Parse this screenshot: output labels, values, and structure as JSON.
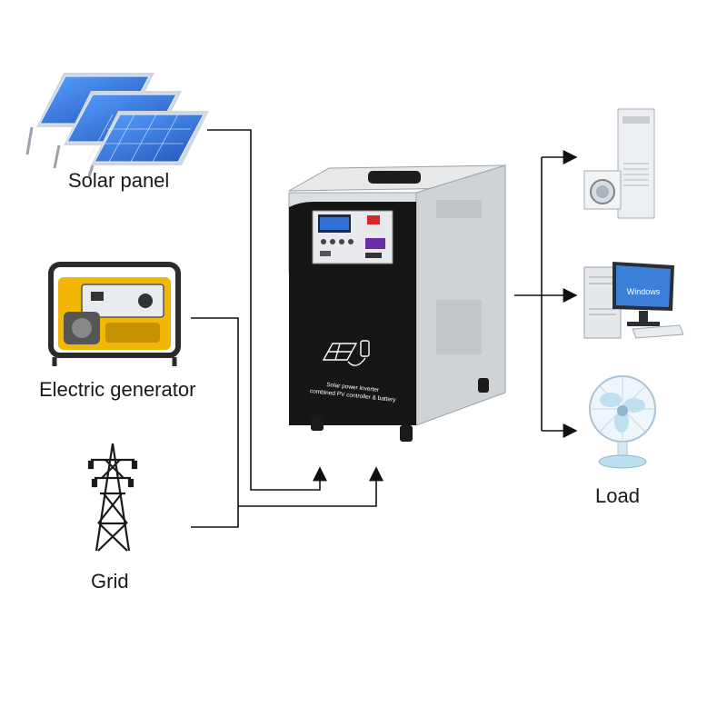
{
  "sources": {
    "solar_panel": {
      "label": "Solar panel",
      "icon": "solar-panel-icon"
    },
    "generator": {
      "label": "Electric generator",
      "icon": "electric-generator-icon"
    },
    "grid": {
      "label": "Grid",
      "icon": "power-pylon-icon"
    }
  },
  "device": {
    "name": "solar-power-inverter",
    "panel_text_line1": "Solar power inverter",
    "panel_text_line2": "combined PV controller & battery"
  },
  "loads": {
    "label": "Load",
    "items": [
      {
        "icon": "air-conditioner-washer-icon"
      },
      {
        "icon": "desktop-computer-icon",
        "screen_text": "Windows"
      },
      {
        "icon": "electric-fan-icon"
      }
    ]
  },
  "colors": {
    "line": "#111111",
    "panel_blue": "#2f6fd6",
    "generator_yellow": "#f2b705",
    "device_gray": "#d9dbde",
    "device_black": "#161616"
  }
}
